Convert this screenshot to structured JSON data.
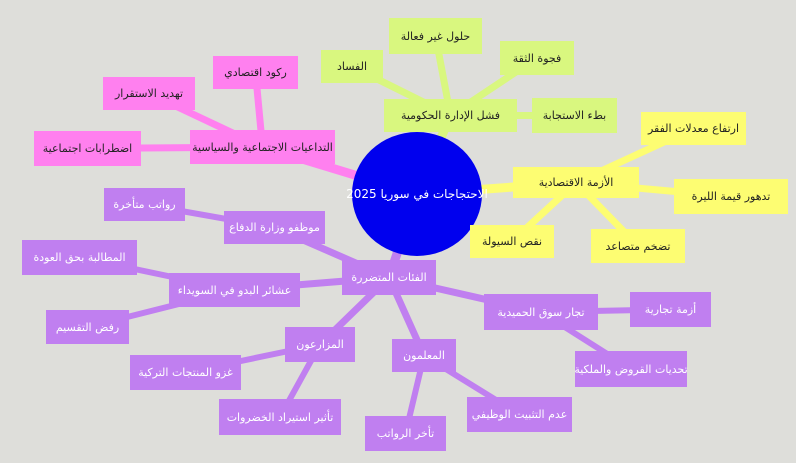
{
  "center": {
    "label": "الاحتجاجات في سوريا 2025"
  },
  "colors": {
    "background": "#dededa",
    "center": "#0000ee",
    "economic": "#fdfd72",
    "governance": "#d9f77f",
    "social": "#ff80ef",
    "groups": "#c07ff0"
  },
  "economic": {
    "label": "الأزمة الاقتصادية",
    "children": [
      "ارتفاع معدلات الفقر",
      "تدهور قيمة الليرة",
      "تضخم متصاعد",
      "نقص السيولة"
    ]
  },
  "governance": {
    "label": "فشل الإدارة الحكومية",
    "children": [
      "الفساد",
      "حلول غير فعالة",
      "فجوة الثقة",
      "بطء الاستجابة"
    ]
  },
  "social": {
    "label": "التداعيات الاجتماعية والسياسية",
    "children": [
      "ركود اقتصادي",
      "تهديد الاستقرار",
      "اضطرابات اجتماعية"
    ]
  },
  "groups": {
    "label": "الفئات المتضررة",
    "children": [
      {
        "label": "موظفو وزارة الدفاع",
        "children": [
          "رواتب متأخرة"
        ]
      },
      {
        "label": "عشائر البدو في السويداء",
        "children": [
          "المطالبة بحق العودة",
          "رفض التقسيم"
        ]
      },
      {
        "label": "المزارعون",
        "children": [
          "غزو المنتجات التركية",
          "تأثير استيراد الخضروات"
        ]
      },
      {
        "label": "المعلمون",
        "children": [
          "عدم التثبيت الوظيفي",
          "تأخر الرواتب"
        ]
      },
      {
        "label": "تجار سوق الحميدية",
        "children": [
          "أزمة تجارية",
          "تحديات القروض والملكية"
        ]
      }
    ]
  }
}
